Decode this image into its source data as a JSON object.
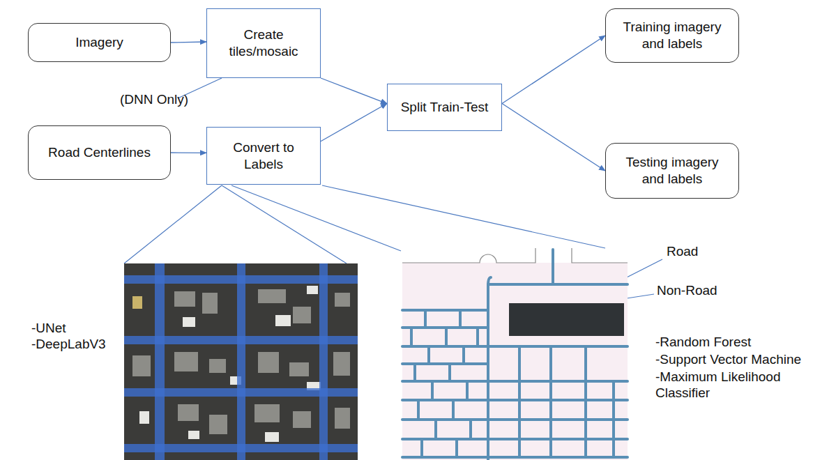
{
  "diagram": {
    "nodes": [
      {
        "text": [
          "Imagery"
        ]
      },
      {
        "text": [
          "Create tiles/mosaic"
        ]
      },
      {
        "text": [
          "Split Train-Test"
        ]
      },
      {
        "text": [
          "Training imagery and labels"
        ]
      },
      {
        "text": [
          "Road Centerlines"
        ]
      },
      {
        "text": [
          "Convert to Labels"
        ]
      },
      {
        "text": [
          "Testing imagery and labels"
        ]
      }
    ],
    "edges": [
      {
        "from": 0,
        "to": 1,
        "arrow": "to"
      },
      {
        "from": 1,
        "to": 2,
        "arrow": "to"
      },
      {
        "from": 4,
        "to": 5,
        "arrow": "to"
      },
      {
        "from": 5,
        "to": 2,
        "arrow": "to"
      },
      {
        "from": 2,
        "to": 3,
        "arrow": "to"
      },
      {
        "from": 2,
        "to": 6,
        "arrow": "to"
      }
    ],
    "labels": [
      "(DNN Only)",
      "-UNet",
      "-DeepLabV3",
      "Road",
      "Non-Road",
      "-Random Forest",
      "-Support Vector Machine",
      "-Maximum Likelihood Classifier"
    ]
  }
}
